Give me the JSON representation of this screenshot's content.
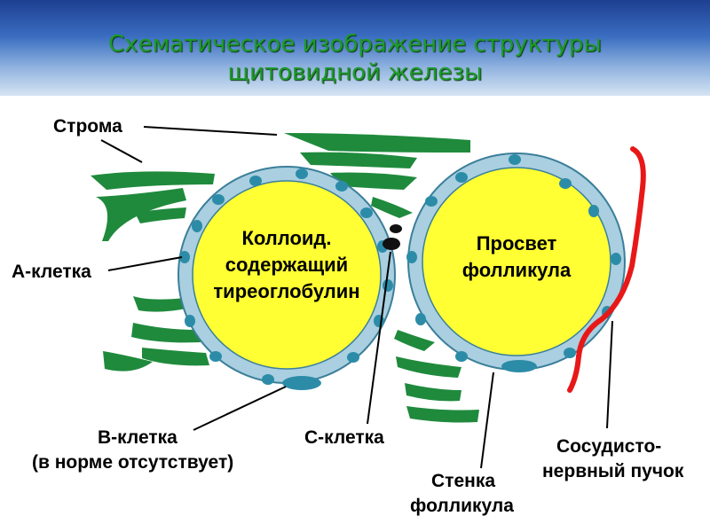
{
  "title": {
    "line1": "Схематическое изображение структуры",
    "line2": "щитовидной железы"
  },
  "labels": {
    "stroma": "Строма",
    "a_cell": "А-клетка",
    "b_cell": "В-клетка",
    "b_cell_note": "(в норме отсутствует)",
    "c_cell": "С-клетка",
    "wall_line1": "Стенка",
    "wall_line2": "фолликула",
    "vessel_line1": "Сосудисто-",
    "vessel_line2": "нервный пучок"
  },
  "left_follicle": {
    "line1": "Коллоид.",
    "line2": "содержащий",
    "line3": "тиреоглобулин"
  },
  "right_follicle": {
    "line1": "Просвет",
    "line2": "фолликула"
  },
  "colors": {
    "colloid": "#ffff33",
    "follicle_wall": "#a9cfe0",
    "cell_nucleus": "#2c8ca8",
    "stroma": "#1f8a3c",
    "vessel": "#e81818",
    "title": "#1e9a2a"
  }
}
